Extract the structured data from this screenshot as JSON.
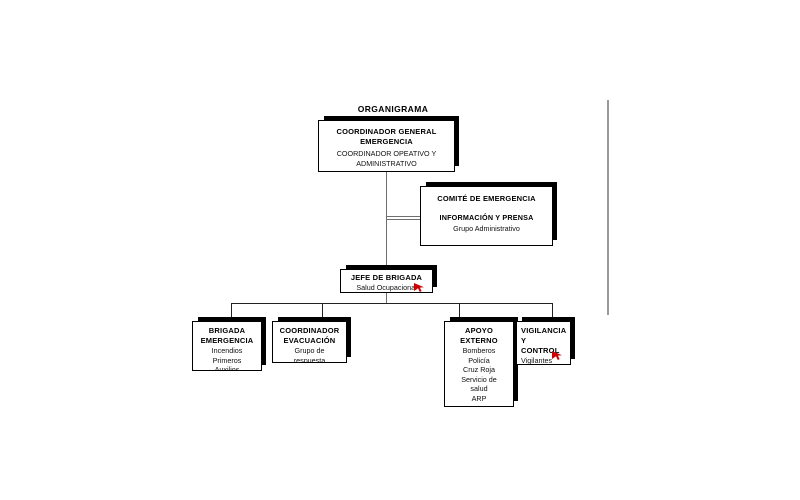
{
  "diagram": {
    "title": "ORGANIGRAMA",
    "type": "organizational-chart",
    "language": "es",
    "colors": {
      "box_fill": "#ffffff",
      "box_border": "#000000",
      "shadow": "#000000",
      "connector": "#6f6f6f",
      "marker": "#cc0000",
      "page_rule": "#9a9a9a",
      "background": "#ffffff"
    },
    "nodes": {
      "coordinador_general": {
        "head": "COORDINADOR GENERAL\nEMERGENCIA",
        "body": "COORDINADOR OPEATIVO Y\nADMINISTRATIVO"
      },
      "comite_emergencia": {
        "head": "COMITÉ DE EMERGENCIA",
        "sub": "INFORMACIÓN Y  PRENSA",
        "body": "Grupo Administrativo"
      },
      "jefe_brigada": {
        "head": "JEFE DE BRIGADA",
        "body": "Salud Ocupacional"
      },
      "brigada_emergencia": {
        "head": "BRIGADA\nEMERGENCIA",
        "body": "Incendios\nPrimeros\nAuxilios"
      },
      "coordinador_evacuacion": {
        "head": "COORDINADOR\nEVACUACIÓN",
        "body": "Grupo de\nrespuesta"
      },
      "apoyo_externo": {
        "head": "APOYO\nEXTERNO",
        "body": "Bomberos\nPolicía\nCruz Roja\nServicio de\nsalud\nARP"
      },
      "vigilancia_control": {
        "head": "VIGILANCIA\nY\nCONTROL",
        "body": "Vigilantes"
      }
    },
    "markers": [
      {
        "name": "cursor-arrow-jefe-brigada",
        "icon": "red-arrow-icon"
      },
      {
        "name": "cursor-arrow-vigilancia",
        "icon": "red-arrow-icon"
      }
    ]
  }
}
